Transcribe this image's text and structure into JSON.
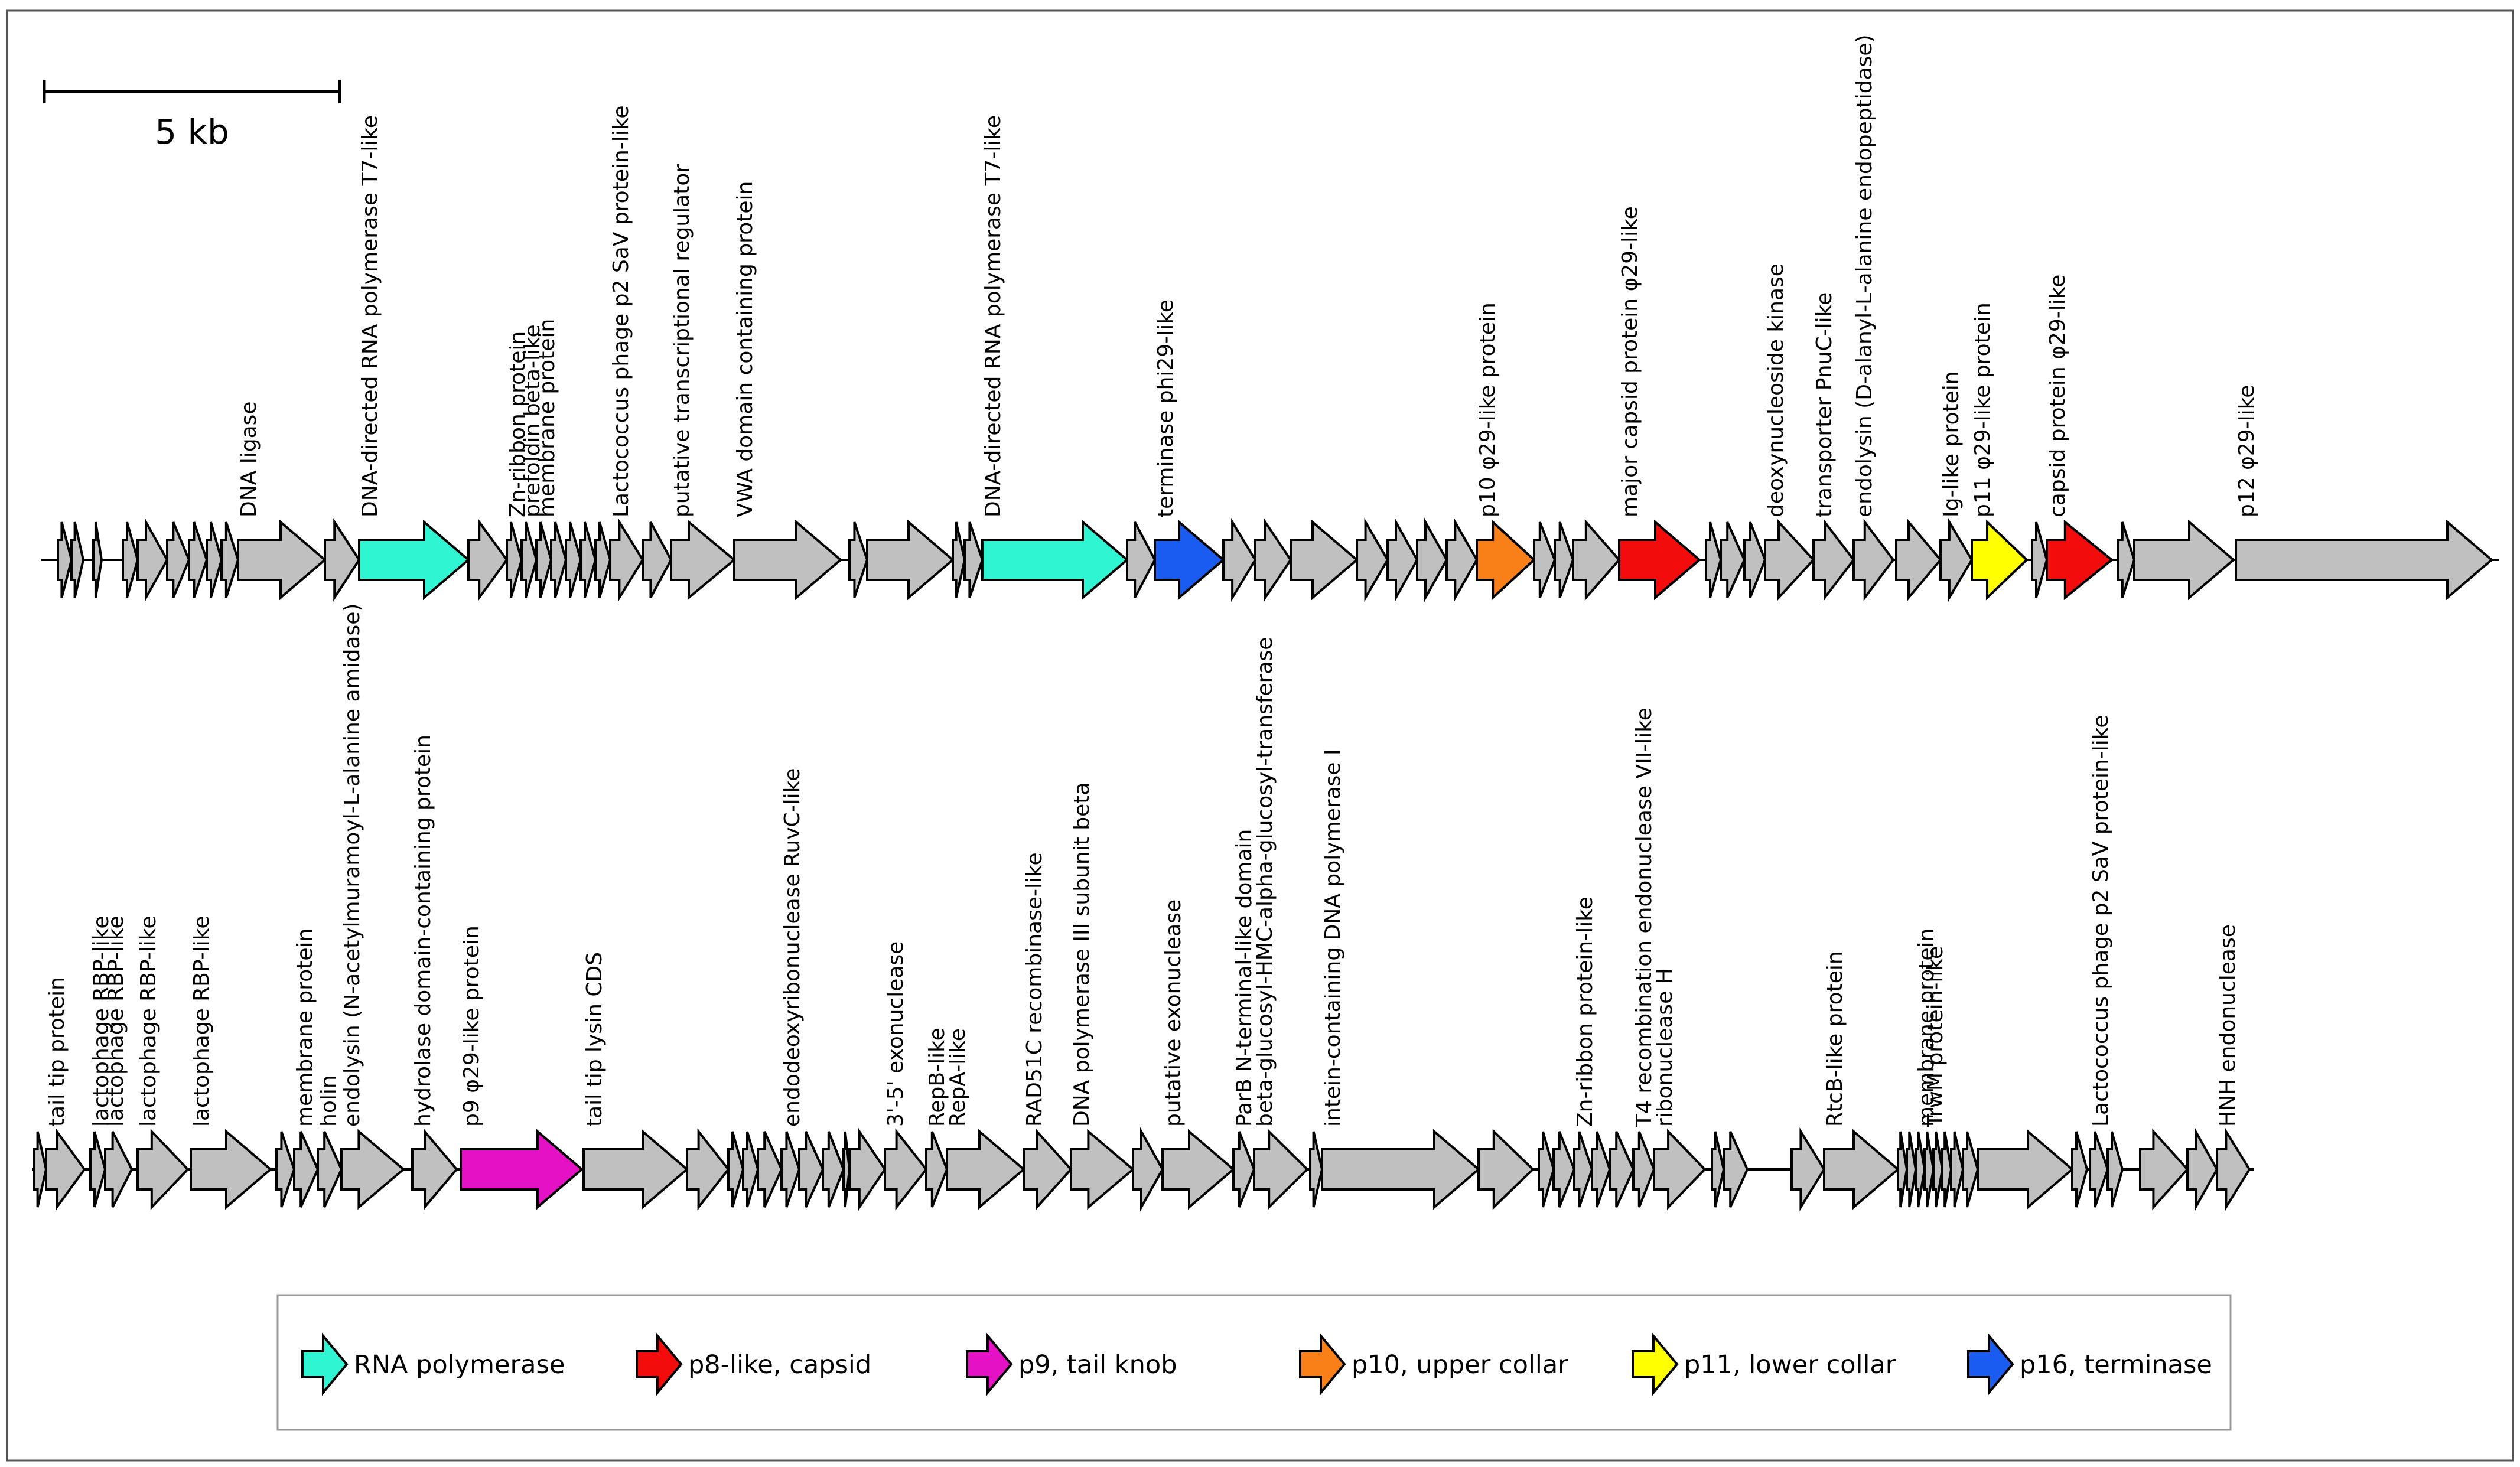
{
  "scale_bar": {
    "label": "5 kb"
  },
  "colors": {
    "gray": "#c0c0c0",
    "rna_polymerase": "#2ff5d3",
    "capsid": "#f20c0c",
    "tail_knob": "#e412c4",
    "upper_collar": "#f98018",
    "lower_collar": "#ffff00",
    "terminase": "#1a5cf0"
  },
  "legend": [
    {
      "key": "rna_polymerase",
      "label": "RNA polymerase"
    },
    {
      "key": "capsid",
      "label": "p8-like, capsid"
    },
    {
      "key": "tail_knob",
      "label": "p9, tail knob"
    },
    {
      "key": "upper_collar",
      "label": "p10, upper collar"
    },
    {
      "key": "lower_collar",
      "label": "p11, lower collar"
    },
    {
      "key": "terminase",
      "label": "p16, terminase"
    }
  ],
  "tracks": [
    {
      "name": "row-1",
      "genes": [
        {
          "s": 98,
          "e": 121
        },
        {
          "s": 121,
          "e": 141
        },
        {
          "s": 158,
          "e": 172
        },
        {
          "s": 208,
          "e": 233
        },
        {
          "s": 233,
          "e": 283
        },
        {
          "s": 283,
          "e": 320
        },
        {
          "s": 320,
          "e": 350
        },
        {
          "s": 350,
          "e": 375
        },
        {
          "s": 375,
          "e": 403
        },
        {
          "s": 403,
          "e": 550,
          "label": "DNA ligase"
        },
        {
          "s": 550,
          "e": 608
        },
        {
          "s": 608,
          "e": 793,
          "fill": "rna_polymerase",
          "label": "DNA-directed RNA polymerase T7-like"
        },
        {
          "s": 793,
          "e": 858
        },
        {
          "s": 858,
          "e": 883,
          "label": "Zn-ribbon protein"
        },
        {
          "s": 883,
          "e": 908,
          "label": "prefoldin beta-like"
        },
        {
          "s": 908,
          "e": 933,
          "label": "membrane protein"
        },
        {
          "s": 933,
          "e": 958
        },
        {
          "s": 958,
          "e": 983
        },
        {
          "s": 983,
          "e": 1008
        },
        {
          "s": 1008,
          "e": 1033
        },
        {
          "s": 1033,
          "e": 1088,
          "label": "Lactococcus phage p2 SaV protein-like"
        },
        {
          "s": 1088,
          "e": 1136
        },
        {
          "s": 1136,
          "e": 1243,
          "label": "putative transcriptional regulator"
        },
        {
          "s": 1243,
          "e": 1423,
          "label": "VWA domain containing protein"
        },
        {
          "s": 1438,
          "e": 1468
        },
        {
          "s": 1468,
          "e": 1613
        },
        {
          "s": 1613,
          "e": 1633
        },
        {
          "s": 1633,
          "e": 1663
        },
        {
          "s": 1663,
          "e": 1908,
          "fill": "rna_polymerase",
          "label": "DNA-directed RNA polymerase T7-like"
        },
        {
          "s": 1908,
          "e": 1955
        },
        {
          "s": 1955,
          "e": 2071,
          "fill": "terminase",
          "label": "terminase phi29-like"
        },
        {
          "s": 2071,
          "e": 2125
        },
        {
          "s": 2125,
          "e": 2185
        },
        {
          "s": 2185,
          "e": 2297
        },
        {
          "s": 2297,
          "e": 2349
        },
        {
          "s": 2349,
          "e": 2399
        },
        {
          "s": 2399,
          "e": 2449
        },
        {
          "s": 2449,
          "e": 2500
        },
        {
          "s": 2500,
          "e": 2597,
          "fill": "upper_collar",
          "label": "p10 φ29-like protein"
        },
        {
          "s": 2597,
          "e": 2632
        },
        {
          "s": 2632,
          "e": 2663
        },
        {
          "s": 2663,
          "e": 2741
        },
        {
          "s": 2741,
          "e": 2877,
          "fill": "capsid",
          "label": "major capsid protein φ29-like"
        },
        {
          "s": 2888,
          "e": 2913
        },
        {
          "s": 2913,
          "e": 2953
        },
        {
          "s": 2953,
          "e": 2988
        },
        {
          "s": 2988,
          "e": 3070,
          "label": "deoxynucleoside kinase"
        },
        {
          "s": 3070,
          "e": 3138,
          "label": "transporter PnuC-like"
        },
        {
          "s": 3138,
          "e": 3205,
          "label": "endolysin (D-alanyl-L-alanine endopeptidase)"
        },
        {
          "s": 3210,
          "e": 3285
        },
        {
          "s": 3285,
          "e": 3338,
          "label": "Ig-like protein"
        },
        {
          "s": 3338,
          "e": 3431,
          "fill": "lower_collar",
          "label": "p11 φ29-like protein"
        },
        {
          "s": 3440,
          "e": 3465
        },
        {
          "s": 3465,
          "e": 3575,
          "fill": "capsid",
          "label": "capsid protein φ29-like"
        },
        {
          "s": 3585,
          "e": 3613
        },
        {
          "s": 3613,
          "e": 3781
        },
        {
          "s": 3785,
          "e": 4218,
          "label": "p12 φ29-like"
        }
      ]
    },
    {
      "name": "row-2",
      "genes": [
        {
          "s": 58,
          "e": 78
        },
        {
          "s": 78,
          "e": 143,
          "label": "tail tip protein"
        },
        {
          "s": 153,
          "e": 178,
          "label": "lactophage RBP-like"
        },
        {
          "s": 178,
          "e": 223,
          "label": "lactophage RBP-like"
        },
        {
          "s": 233,
          "e": 318,
          "label": "lactophage RBP-like"
        },
        {
          "s": 323,
          "e": 458,
          "label": "lactophage RBP-like"
        },
        {
          "s": 468,
          "e": 498
        },
        {
          "s": 498,
          "e": 538,
          "label": "membrane protein"
        },
        {
          "s": 538,
          "e": 578,
          "label": "holin"
        },
        {
          "s": 578,
          "e": 683,
          "label": "endolysin (N-acetylmuramoyl-L-alanine amidase)"
        },
        {
          "s": 698,
          "e": 773,
          "label": "hydrolase domain-containing protein"
        },
        {
          "s": 780,
          "e": 985,
          "fill": "tail_knob",
          "label": "p9 φ29-like protein"
        },
        {
          "s": 988,
          "e": 1163,
          "label": "tail tip lysin CDS"
        },
        {
          "s": 1163,
          "e": 1233
        },
        {
          "s": 1233,
          "e": 1258
        },
        {
          "s": 1258,
          "e": 1283
        },
        {
          "s": 1283,
          "e": 1323
        },
        {
          "s": 1323,
          "e": 1353,
          "label": "endodeoxyribonuclease RuvC-like"
        },
        {
          "s": 1353,
          "e": 1393
        },
        {
          "s": 1393,
          "e": 1428
        },
        {
          "s": 1428,
          "e": 1438
        },
        {
          "s": 1438,
          "e": 1498
        },
        {
          "s": 1498,
          "e": 1568,
          "label": "3'-5' exonuclease"
        },
        {
          "s": 1568,
          "e": 1603,
          "label": "RepB-like"
        },
        {
          "s": 1603,
          "e": 1733,
          "label": "RepA-like"
        },
        {
          "s": 1733,
          "e": 1813,
          "label": "RAD51C recombinase-like"
        },
        {
          "s": 1813,
          "e": 1918,
          "label": "DNA polymerase III subunit beta"
        },
        {
          "s": 1918,
          "e": 1968
        },
        {
          "s": 1968,
          "e": 2088,
          "label": "putative exonuclease"
        },
        {
          "s": 2088,
          "e": 2123,
          "label": "ParB N-terminal-like domain"
        },
        {
          "s": 2123,
          "e": 2213,
          "label": "beta-glucosyl-HMC-alpha-glucosyl-transferase"
        },
        {
          "s": 2218,
          "e": 2238
        },
        {
          "s": 2238,
          "e": 2503,
          "label": "intein-containing DNA polymerase I"
        },
        {
          "s": 2503,
          "e": 2595
        },
        {
          "s": 2605,
          "e": 2630
        },
        {
          "s": 2630,
          "e": 2665
        },
        {
          "s": 2665,
          "e": 2695,
          "label": "Zn-ribbon protein-like"
        },
        {
          "s": 2695,
          "e": 2725
        },
        {
          "s": 2725,
          "e": 2765
        },
        {
          "s": 2765,
          "e": 2800,
          "label": "T4 recombination endonuclease VII-like"
        },
        {
          "s": 2800,
          "e": 2886,
          "label": "ribonuclease H"
        },
        {
          "s": 2898,
          "e": 2918
        },
        {
          "s": 2918,
          "e": 2958
        },
        {
          "s": 3033,
          "e": 3088
        },
        {
          "s": 3088,
          "e": 3213,
          "label": "RtcB-like protein"
        },
        {
          "s": 3213,
          "e": 3228
        },
        {
          "s": 3228,
          "e": 3243
        },
        {
          "s": 3243,
          "e": 3258,
          "label": "membrane protein"
        },
        {
          "s": 3258,
          "e": 3273,
          "label": "TrwM protein-like"
        },
        {
          "s": 3273,
          "e": 3288
        },
        {
          "s": 3288,
          "e": 3303
        },
        {
          "s": 3303,
          "e": 3323
        },
        {
          "s": 3323,
          "e": 3348
        },
        {
          "s": 3348,
          "e": 3508
        },
        {
          "s": 3508,
          "e": 3533
        },
        {
          "s": 3538,
          "e": 3568,
          "label": "Lactococcus phage p2 SaV protein-like"
        },
        {
          "s": 3568,
          "e": 3593
        },
        {
          "s": 3623,
          "e": 3703
        },
        {
          "s": 3703,
          "e": 3753
        },
        {
          "s": 3753,
          "e": 3808,
          "label": "HNH endonuclease"
        }
      ]
    }
  ]
}
